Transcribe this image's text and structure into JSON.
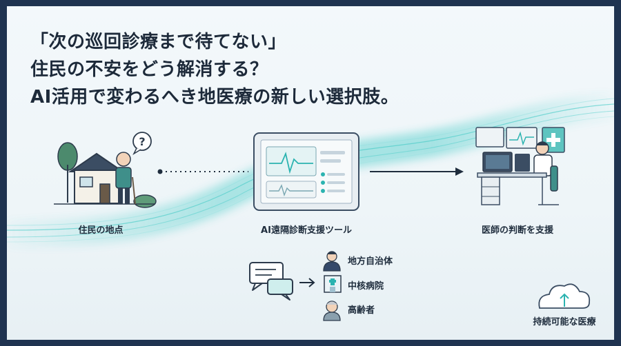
{
  "headline": {
    "line1": "「次の巡回診療まで待てない」",
    "line2": "住民の不安をどう解消する？",
    "line3": "AI活用で変わるへき地医療の新しい選択肢。"
  },
  "flow": {
    "resident_label": "住民の地点",
    "tool_label": "AI遠隔診断支援ツール",
    "doctor_label": "医師の判断を支援",
    "question_mark": "?"
  },
  "stakeholders": [
    {
      "label": "地方自治体",
      "icon": "official-icon"
    },
    {
      "label": "中核病院",
      "icon": "hospital-icon"
    },
    {
      "label": "高齢者",
      "icon": "elderly-icon"
    }
  ],
  "sustainability": {
    "label": "持続可能な医療",
    "icon": "cloud-up-icon"
  },
  "colors": {
    "background": "#f0f6f9",
    "frame": "#1f3350",
    "text": "#1d2a3a",
    "accent": "#3fc9c5",
    "accent_soft": "#bdebec"
  }
}
